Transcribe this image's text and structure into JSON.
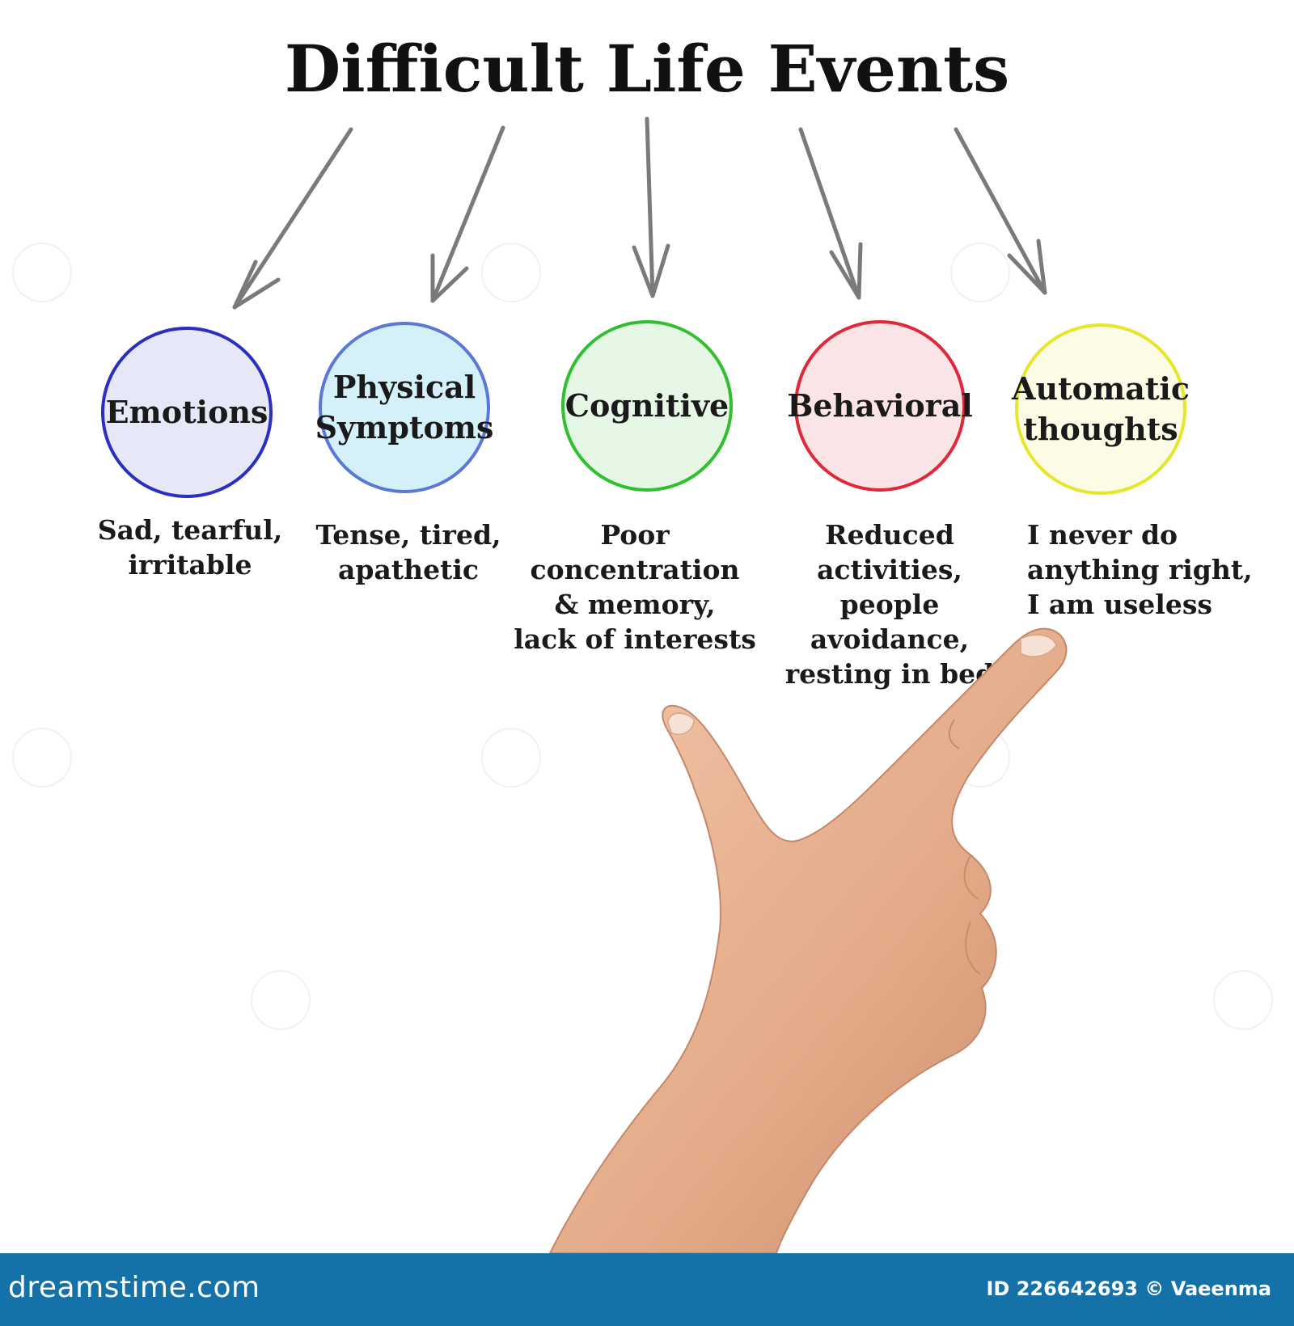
{
  "title": "Difficult Life Events",
  "nodes": [
    {
      "label": "Emotions",
      "description": "Sad, tearful,\nirritable",
      "border": "#2b2fc0",
      "fill": "#e6e7f7"
    },
    {
      "label": "Physical\nSymptoms",
      "description": "Tense, tired,\napathetic",
      "border": "#5b78d8",
      "fill": "#d4f0f8"
    },
    {
      "label": "Cognitive",
      "description": "Poor concentration\n& memory,\nlack of interests",
      "border": "#2fbf2f",
      "fill": "#e6f7e6"
    },
    {
      "label": "Behavioral",
      "description": "Reduced activities,\npeople avoidance,\nresting in bed",
      "border": "#e0283a",
      "fill": "#fae4e6"
    },
    {
      "label": "Automatic\nthoughts",
      "description": "I never do\nanything right,\nI am useless",
      "border": "#e6e62a",
      "fill": "#fbfbe6"
    }
  ],
  "arrow_color": "#7a7a7a",
  "footer": {
    "logo": "dreamstime.com",
    "id_text": "ID 226642693 © Vaeenma",
    "color": "#1572a8"
  }
}
